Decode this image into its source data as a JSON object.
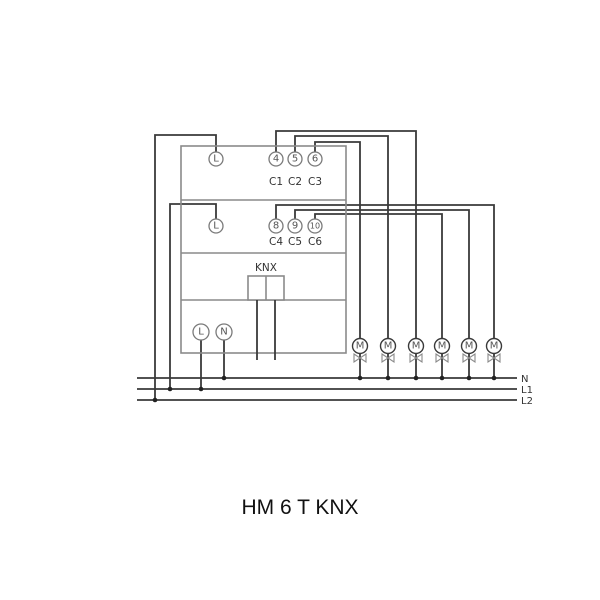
{
  "diagram": {
    "caption": "HM 6 T KNX",
    "module_top": {
      "supply_terminal": "L",
      "terminals": [
        "4",
        "5",
        "6"
      ],
      "channels": [
        "C1",
        "C2",
        "C3"
      ]
    },
    "module_bottom": {
      "supply_terminal": "L",
      "terminals": [
        "8",
        "9",
        "10"
      ],
      "channels": [
        "C4",
        "C5",
        "C6"
      ]
    },
    "bus_section": {
      "label": "KNX"
    },
    "power_section": {
      "terminals": [
        "L",
        "N"
      ]
    },
    "actuators": [
      {
        "symbol": "M",
        "channel": "C3"
      },
      {
        "symbol": "M",
        "channel": "C2"
      },
      {
        "symbol": "M",
        "channel": "C1"
      },
      {
        "symbol": "M",
        "channel": "C6"
      },
      {
        "symbol": "M",
        "channel": "C5"
      },
      {
        "symbol": "M",
        "channel": "C4"
      }
    ],
    "bus_lines": [
      "N",
      "L1",
      "L2"
    ],
    "colors": {
      "wire": "#3a3a3a",
      "housing": "#8a8a8a",
      "background": "#ffffff"
    }
  }
}
